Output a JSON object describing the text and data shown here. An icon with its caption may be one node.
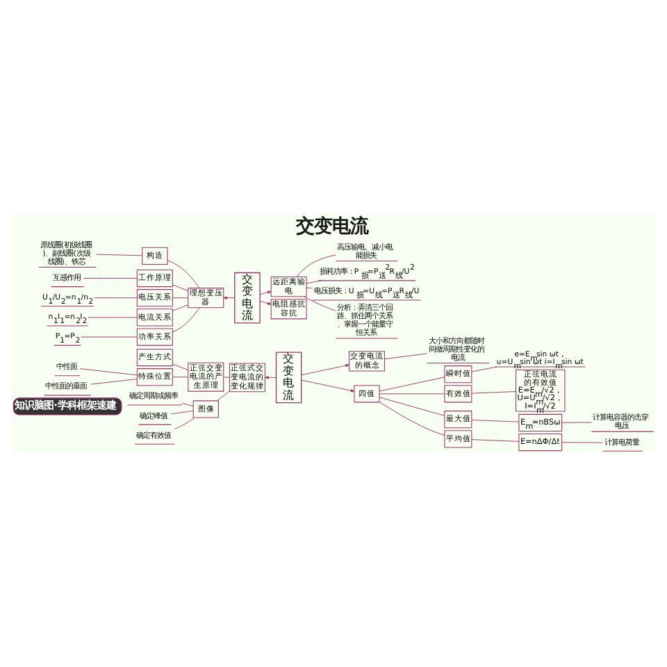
{
  "diagram": {
    "title": "交变电流",
    "nodes": [
      {
        "text": [
          "交变电流"
        ]
      },
      {
        "text": [
          "正弦式交变电流的变化规律"
        ]
      },
      {
        "text": [
          "正弦交变电流的产生原理"
        ]
      },
      {
        "text": [
          "产生方式"
        ]
      },
      {
        "text": [
          "特殊位置"
        ]
      },
      {
        "text": [
          "中性面"
        ]
      },
      {
        "text": [
          "中性面的垂面"
        ]
      },
      {
        "text": [
          "图像"
        ]
      },
      {
        "text": [
          "确定周期或频率"
        ]
      },
      {
        "text": [
          "确定峰值"
        ]
      },
      {
        "text": [
          "确定有效值"
        ]
      },
      {
        "text": [
          "交变电流的概念"
        ]
      },
      {
        "text": [
          "大小和方向都随时间做周期性变化的电流"
        ]
      },
      {
        "text": [
          "四值"
        ]
      },
      {
        "text": [
          "瞬时值"
        ]
      },
      {
        "text": [
          "e=E$_{m}$sin ωt，u=U$_{m}$sin ωt i=I$_{m}$sin ωt"
        ]
      },
      {
        "text": [
          "有效值"
        ]
      },
      {
        "text": [
          "正弦电流的有效值",
          "E=E$_{m}$/√2，U=U$_{m}$/√2，I=I$_{m}$/√2"
        ]
      },
      {
        "text": [
          "最大值"
        ]
      },
      {
        "text": [
          "E$_{m}$=nBSω"
        ]
      },
      {
        "text": [
          "计算电容器的击穿电压"
        ]
      },
      {
        "text": [
          "平均值"
        ]
      },
      {
        "text": [
          "E=nΔΦ/Δt"
        ]
      },
      {
        "text": [
          "计算电荷量"
        ]
      },
      {
        "text": [
          "交变电流"
        ]
      },
      {
        "text": [
          "理想变压器"
        ]
      },
      {
        "text": [
          "构造"
        ]
      },
      {
        "text": [
          "原线圈(初级线圈)、副线圈(次级线圈)、铁芯"
        ]
      },
      {
        "text": [
          "工作原理"
        ]
      },
      {
        "text": [
          "互感作用"
        ]
      },
      {
        "text": [
          "电压关系"
        ]
      },
      {
        "text": [
          "U$_{1}$/U$_{2}$=n$_{1}$/n$_{2}$"
        ]
      },
      {
        "text": [
          "电流关系"
        ]
      },
      {
        "text": [
          "n$_{1}$I$_{1}$=n$_{2}$I$_{2}$"
        ]
      },
      {
        "text": [
          "功率关系"
        ]
      },
      {
        "text": [
          "P$_{1}$=P$_{2}$"
        ]
      },
      {
        "text": [
          "远距离输电"
        ]
      },
      {
        "text": [
          "高压输电、减小电能损失"
        ]
      },
      {
        "text": [
          "损耗功率：P$_{损}$=P$_{送}$$^{2}$R$_{线}$/U$^{2}$"
        ]
      },
      {
        "text": [
          "电压损失：U$_{损}$=U$_{线}$=P$_{送}$R$_{线}$/U"
        ]
      },
      {
        "text": [
          "分析：弄清三个回路、抓住两个关系、掌握一个能量守恒关系"
        ]
      },
      {
        "text": [
          "电阻感抗容抗"
        ]
      }
    ],
    "edges": [
      {
        "from": 0,
        "to": 1,
        "arrow": "to"
      },
      {
        "from": 1,
        "to": 2,
        "arrow": "none"
      },
      {
        "from": 2,
        "to": 3,
        "arrow": "none"
      },
      {
        "from": 2,
        "to": 4,
        "arrow": "none"
      },
      {
        "from": 4,
        "to": 5,
        "arrow": "none"
      },
      {
        "from": 4,
        "to": 6,
        "arrow": "none"
      },
      {
        "from": 1,
        "to": 7,
        "arrow": "none"
      },
      {
        "from": 7,
        "to": 8,
        "arrow": "none"
      },
      {
        "from": 7,
        "to": 9,
        "arrow": "none"
      },
      {
        "from": 7,
        "to": 10,
        "arrow": "none"
      },
      {
        "from": 0,
        "to": 11,
        "arrow": "to"
      },
      {
        "from": 11,
        "to": 12,
        "arrow": "none"
      },
      {
        "from": 0,
        "to": 13,
        "arrow": "to"
      },
      {
        "from": 13,
        "to": 14,
        "arrow": "none"
      },
      {
        "from": 14,
        "to": 15,
        "arrow": "none"
      },
      {
        "from": 13,
        "to": 16,
        "arrow": "none"
      },
      {
        "from": 16,
        "to": 17,
        "arrow": "none"
      },
      {
        "from": 13,
        "to": 18,
        "arrow": "none"
      },
      {
        "from": 18,
        "to": 19,
        "arrow": "none"
      },
      {
        "from": 19,
        "to": 20,
        "arrow": "none"
      },
      {
        "from": 13,
        "to": 21,
        "arrow": "none"
      },
      {
        "from": 21,
        "to": 22,
        "arrow": "none"
      },
      {
        "from": 22,
        "to": 23,
        "arrow": "none"
      },
      {
        "from": 24,
        "to": 25,
        "arrow": "to"
      },
      {
        "from": 25,
        "to": 26,
        "arrow": "none"
      },
      {
        "from": 26,
        "to": 27,
        "arrow": "none"
      },
      {
        "from": 25,
        "to": 28,
        "arrow": "none"
      },
      {
        "from": 28,
        "to": 29,
        "arrow": "none"
      },
      {
        "from": 25,
        "to": 30,
        "arrow": "none"
      },
      {
        "from": 30,
        "to": 31,
        "arrow": "none"
      },
      {
        "from": 25,
        "to": 32,
        "arrow": "none"
      },
      {
        "from": 32,
        "to": 33,
        "arrow": "none"
      },
      {
        "from": 25,
        "to": 34,
        "arrow": "none"
      },
      {
        "from": 34,
        "to": 35,
        "arrow": "none"
      },
      {
        "from": 24,
        "to": 36,
        "arrow": "to"
      },
      {
        "from": 36,
        "to": 37,
        "arrow": "none"
      },
      {
        "from": 36,
        "to": 38,
        "arrow": "none"
      },
      {
        "from": 36,
        "to": 39,
        "arrow": "none"
      },
      {
        "from": 36,
        "to": 40,
        "arrow": "none"
      },
      {
        "from": 24,
        "to": 41,
        "arrow": "to"
      }
    ],
    "labels": [
      "知识脑图·学科框架速建"
    ]
  }
}
